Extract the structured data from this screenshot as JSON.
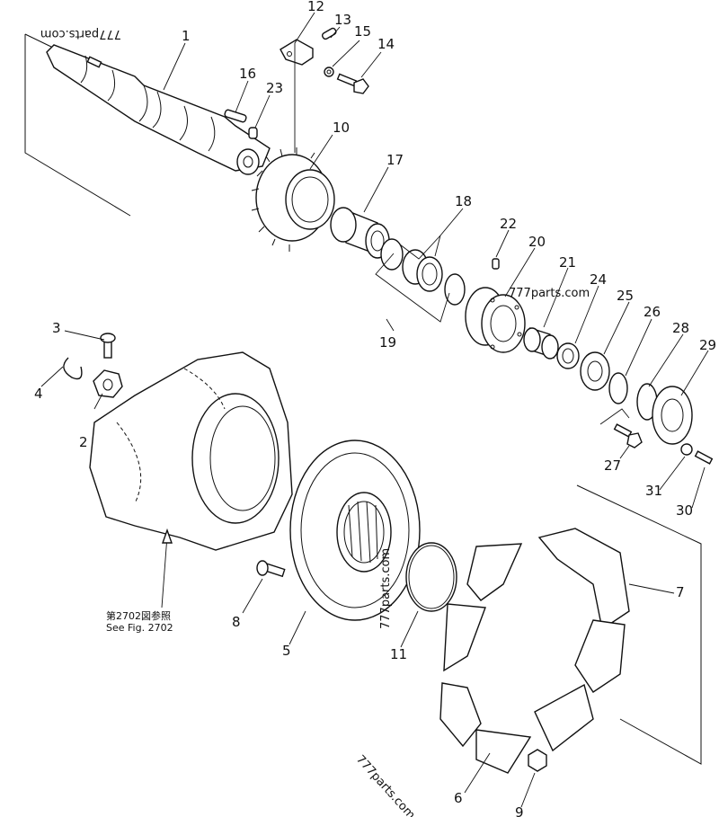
{
  "callouts": [
    {
      "id": "1",
      "label": "1"
    },
    {
      "id": "2",
      "label": "2"
    },
    {
      "id": "3",
      "label": "3"
    },
    {
      "id": "4",
      "label": "4"
    },
    {
      "id": "5",
      "label": "5"
    },
    {
      "id": "6",
      "label": "6"
    },
    {
      "id": "7",
      "label": "7"
    },
    {
      "id": "8",
      "label": "8"
    },
    {
      "id": "9",
      "label": "9"
    },
    {
      "id": "10",
      "label": "10"
    },
    {
      "id": "11",
      "label": "11"
    },
    {
      "id": "12",
      "label": "12"
    },
    {
      "id": "13",
      "label": "13"
    },
    {
      "id": "14",
      "label": "14"
    },
    {
      "id": "15",
      "label": "15"
    },
    {
      "id": "16",
      "label": "16"
    },
    {
      "id": "17",
      "label": "17"
    },
    {
      "id": "18",
      "label": "18"
    },
    {
      "id": "19",
      "label": "19"
    },
    {
      "id": "20",
      "label": "20"
    },
    {
      "id": "21",
      "label": "21"
    },
    {
      "id": "22",
      "label": "22"
    },
    {
      "id": "23",
      "label": "23"
    },
    {
      "id": "24",
      "label": "24"
    },
    {
      "id": "25",
      "label": "25"
    },
    {
      "id": "26",
      "label": "26"
    },
    {
      "id": "27",
      "label": "27"
    },
    {
      "id": "28",
      "label": "28"
    },
    {
      "id": "29",
      "label": "29"
    },
    {
      "id": "30",
      "label": "30"
    },
    {
      "id": "31",
      "label": "31"
    }
  ],
  "reference_note": {
    "line1": "第2702図参照",
    "line2": "See Fig. 2702"
  },
  "watermark": {
    "text": "777parts.com",
    "text_top": "777parts.com"
  }
}
